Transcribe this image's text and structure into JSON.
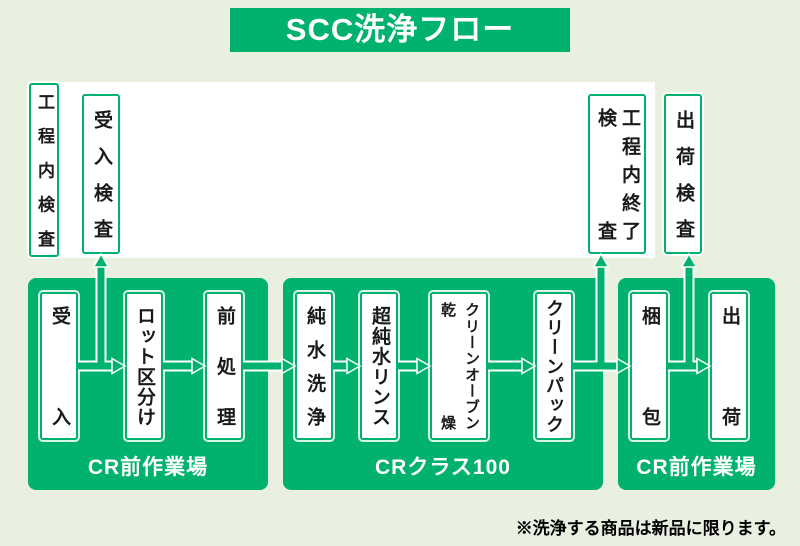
{
  "title": "SCC洗浄フロー",
  "note": "※洗浄する商品は新品に限ります。",
  "colors": {
    "green": "#00b26d",
    "background": "#e9f0e0",
    "box_fill": "#ffffff",
    "text": "#1a1a1a"
  },
  "inspection": {
    "side_label": "工程内検査",
    "incoming": {
      "lines": [
        "受入検査"
      ]
    },
    "process_end": {
      "lines": [
        "工程内終了",
        "検査"
      ]
    },
    "shipping": {
      "lines": [
        "出荷検査"
      ]
    }
  },
  "panels": [
    {
      "label": "CR前作業場",
      "steps": [
        {
          "lines": [
            "受入"
          ]
        },
        {
          "lines": [
            "ロット区分け"
          ]
        },
        {
          "lines": [
            "前処理"
          ]
        }
      ]
    },
    {
      "label": "CRクラス100",
      "steps": [
        {
          "lines": [
            "純水洗浄"
          ]
        },
        {
          "lines": [
            "超純水リンス"
          ]
        },
        {
          "lines": [
            "クリーンオーブン",
            "乾燥"
          ]
        },
        {
          "lines": [
            "クリーンパック"
          ]
        }
      ]
    },
    {
      "label": "CR前作業場",
      "steps": [
        {
          "lines": [
            "梱包"
          ]
        },
        {
          "lines": [
            "出荷"
          ]
        }
      ]
    }
  ]
}
